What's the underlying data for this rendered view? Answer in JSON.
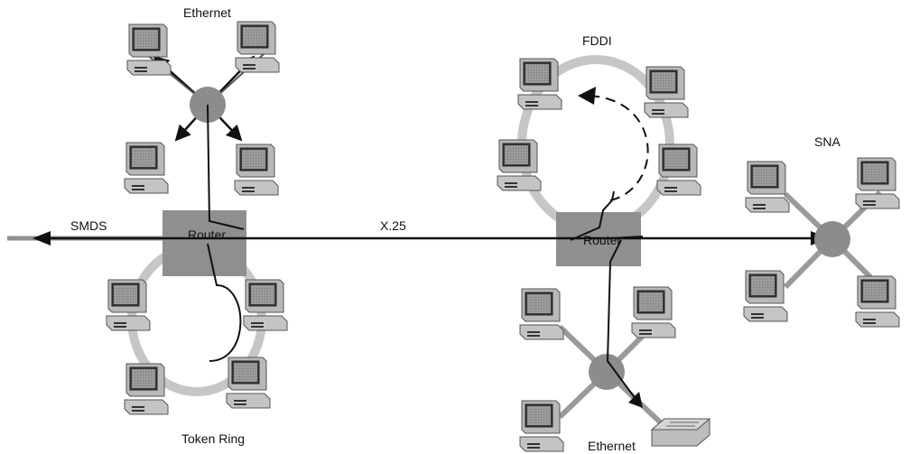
{
  "labels": {
    "ethernet_top": "Ethernet",
    "fddi": "FDDI",
    "sna": "SNA",
    "smds": "SMDS",
    "x25": "X.25",
    "router_left": "Router",
    "router_right": "Router",
    "token_ring": "Token Ring",
    "ethernet_bottom": "Ethernet"
  },
  "icons": {
    "computer": "desktop-computer-icon",
    "hub": "network-hub-icon",
    "router": "router-icon",
    "printer": "printer-icon"
  },
  "colors": {
    "gray_dark": "#8c8c8c",
    "gray_light": "#c8c8c8",
    "gray_mid": "#a8a8a8",
    "line": "#111111"
  }
}
